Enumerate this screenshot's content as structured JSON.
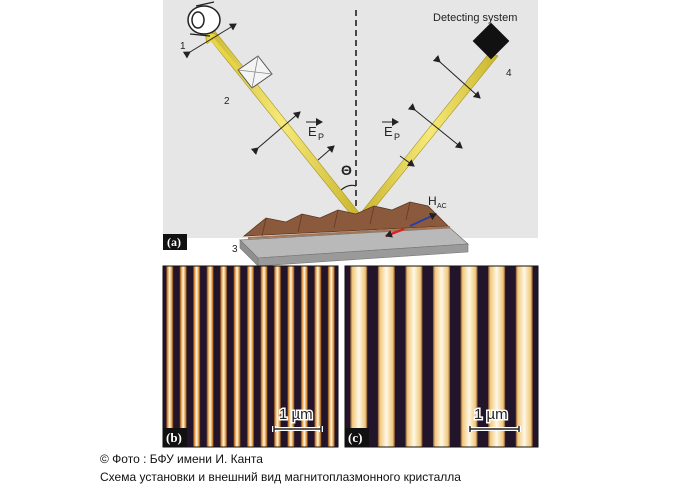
{
  "figure": {
    "panel_a": {
      "panel_label": "(a)",
      "detector_title": "Detecting system",
      "component_numbers": [
        "1",
        "2",
        "3",
        "4"
      ],
      "field_label_left": "E",
      "field_label_left_sub": "P",
      "field_label_right": "E",
      "field_label_right_sub": "P",
      "angle_label": "Θ",
      "magnetic_field_label": "H",
      "magnetic_field_sub": "AC"
    },
    "panel_b": {
      "panel_label": "(b)",
      "scale_label": "1 µm",
      "stripe_count": 13
    },
    "panel_c": {
      "panel_label": "(c)",
      "scale_label": "1 µm",
      "stripe_count": 7
    },
    "colors": {
      "panel_a_background": "#e6e6e6",
      "beam": "#e8d545",
      "crystal_top": "#8b5a3c",
      "crystal_base": "#b5b5b5",
      "stripe_light": "#fff6dc",
      "stripe_dark": "#22142a"
    }
  },
  "caption": {
    "credit": "© Фото : БФУ имени И. Канта",
    "description": "Схема установки и внешний вид магнитоплазмонного кристалла"
  }
}
